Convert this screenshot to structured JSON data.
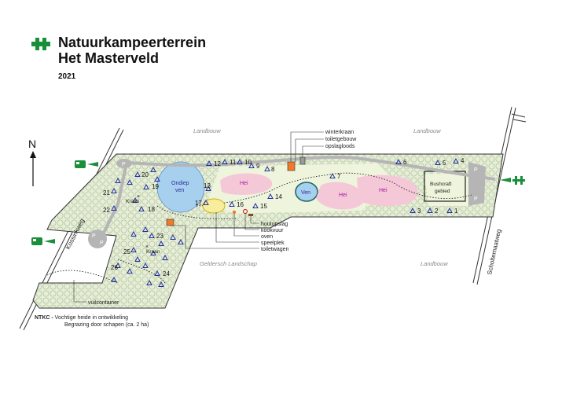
{
  "header": {
    "title_line1": "Natuurkampeerterrein",
    "title_line2": "Het Masterveld",
    "year": "2021",
    "logo_icon": "green-cross-icon"
  },
  "colors": {
    "forest": "#e4ecd6",
    "forest_dots": "#b7c79b",
    "field": "#eef5dc",
    "lake": "#a7cfee",
    "heath": "#f5c8d8",
    "road": "#b5b5b5",
    "building": "#f07a2a",
    "brand_green": "#1a8f3a",
    "label_blue": "#2a2a9a",
    "label_magenta": "#a11aa1"
  },
  "map": {
    "compass": "N",
    "roads": {
      "west": "Kossinkweg",
      "east": "Scholtemaatweg"
    },
    "areas": {
      "farmland_nw": "Landbouw",
      "farmland_ne": "Landbouw",
      "farmland_se": "Landbouw",
      "geldersch": "Geldersch Landschap"
    },
    "water": {
      "ondiep_ven_1": "Ondiep",
      "ondiep_ven_2": "ven",
      "ven": "Ven"
    },
    "heath": {
      "hei_1": "Hei",
      "hei_2": "Hei",
      "hei_3": "Hei"
    },
    "bushcraft": {
      "line1": "Bushcraft",
      "line2": "gebied"
    },
    "parking": [
      "P",
      "P",
      "P",
      "P",
      "P"
    ],
    "taps": [
      "Kraan",
      "Kraan"
    ],
    "pitch_numbers": [
      "1",
      "2",
      "3",
      "4",
      "5",
      "6",
      "7",
      "8",
      "9",
      "10",
      "11",
      "12",
      "13",
      "14",
      "15",
      "16",
      "17",
      "18",
      "19",
      "20",
      "21",
      "22",
      "23",
      "24",
      "25",
      "26"
    ],
    "callouts": {
      "winterkraan": "winterkraan",
      "toiletgebouw": "toiletgebouw",
      "opslagloods": "opslagloods",
      "houtopslag": "houtopslag",
      "kookvuur": "kookvuur",
      "oven": "oven",
      "speelplek": "speelplek",
      "toiletwagen": "toiletwagen",
      "vuilcontainer": "vuilcontainer"
    },
    "note": {
      "prefix": "NTKC -",
      "line1": " Vochtige heide in ontwikkeling",
      "line2": "Begrazing door schapen (ca. 2 ha)"
    }
  }
}
